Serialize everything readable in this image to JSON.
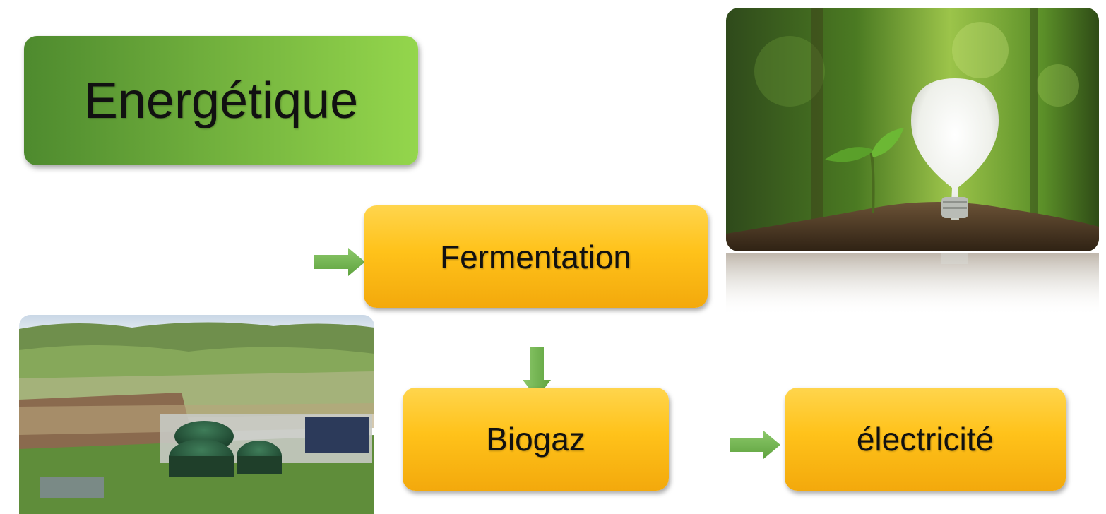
{
  "diagram": {
    "title": "Energétique",
    "nodes": {
      "fermentation": "Fermentation",
      "biogaz": "Biogaz",
      "electricite": "électricité"
    }
  },
  "colors": {
    "title_gradient_start": "#4e8a2e",
    "title_gradient_end": "#94d64c",
    "node_yellow": "#ffc21a",
    "arrow_green": "#6ab04c"
  },
  "images": {
    "top_right": "lightbulb-in-soil-with-seedling-photo",
    "bottom_left": "aerial-biogas-plant-photo"
  }
}
